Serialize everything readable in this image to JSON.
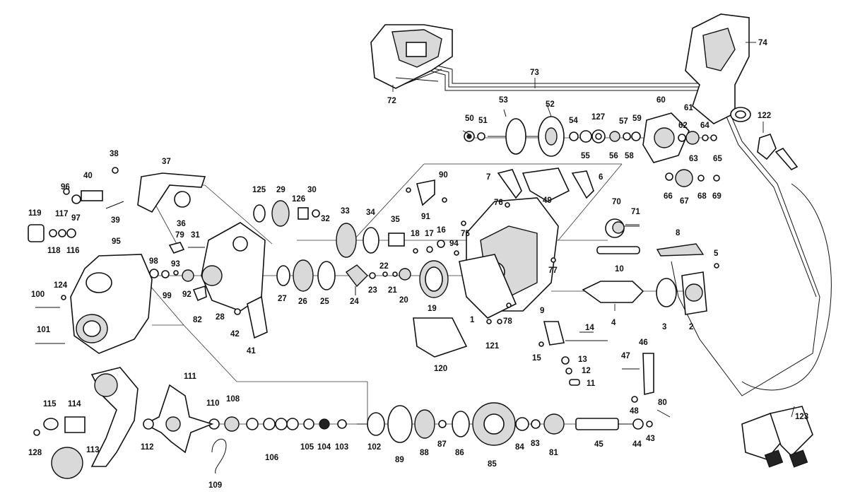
{
  "diagram": {
    "type": "exploded-parts-diagram",
    "labels": [
      {
        "id": "p1",
        "text": "1"
      },
      {
        "id": "p2",
        "text": "2"
      },
      {
        "id": "p3",
        "text": "3"
      },
      {
        "id": "p4",
        "text": "4"
      },
      {
        "id": "p5",
        "text": "5"
      },
      {
        "id": "p6",
        "text": "6"
      },
      {
        "id": "p7",
        "text": "7"
      },
      {
        "id": "p8",
        "text": "8"
      },
      {
        "id": "p9",
        "text": "9"
      },
      {
        "id": "p10",
        "text": "10"
      },
      {
        "id": "p11",
        "text": "11"
      },
      {
        "id": "p12",
        "text": "12"
      },
      {
        "id": "p13",
        "text": "13"
      },
      {
        "id": "p14",
        "text": "14"
      },
      {
        "id": "p15",
        "text": "15"
      },
      {
        "id": "p16",
        "text": "16"
      },
      {
        "id": "p17",
        "text": "17"
      },
      {
        "id": "p18",
        "text": "18"
      },
      {
        "id": "p19",
        "text": "19"
      },
      {
        "id": "p20",
        "text": "20"
      },
      {
        "id": "p21",
        "text": "21"
      },
      {
        "id": "p22",
        "text": "22"
      },
      {
        "id": "p23",
        "text": "23"
      },
      {
        "id": "p24",
        "text": "24"
      },
      {
        "id": "p25",
        "text": "25"
      },
      {
        "id": "p26",
        "text": "26"
      },
      {
        "id": "p27",
        "text": "27"
      },
      {
        "id": "p28",
        "text": "28"
      },
      {
        "id": "p29",
        "text": "29"
      },
      {
        "id": "p30",
        "text": "30"
      },
      {
        "id": "p31",
        "text": "31"
      },
      {
        "id": "p32",
        "text": "32"
      },
      {
        "id": "p33",
        "text": "33"
      },
      {
        "id": "p34",
        "text": "34"
      },
      {
        "id": "p35",
        "text": "35"
      },
      {
        "id": "p36",
        "text": "36"
      },
      {
        "id": "p37",
        "text": "37"
      },
      {
        "id": "p38",
        "text": "38"
      },
      {
        "id": "p39",
        "text": "39"
      },
      {
        "id": "p40",
        "text": "40"
      },
      {
        "id": "p41",
        "text": "41"
      },
      {
        "id": "p42",
        "text": "42"
      },
      {
        "id": "p43",
        "text": "43"
      },
      {
        "id": "p44",
        "text": "44"
      },
      {
        "id": "p45",
        "text": "45"
      },
      {
        "id": "p46",
        "text": "46"
      },
      {
        "id": "p47",
        "text": "47"
      },
      {
        "id": "p48",
        "text": "48"
      },
      {
        "id": "p49",
        "text": "49"
      },
      {
        "id": "p50",
        "text": "50"
      },
      {
        "id": "p51",
        "text": "51"
      },
      {
        "id": "p52",
        "text": "52"
      },
      {
        "id": "p53",
        "text": "53"
      },
      {
        "id": "p54",
        "text": "54"
      },
      {
        "id": "p55",
        "text": "55"
      },
      {
        "id": "p56",
        "text": "56"
      },
      {
        "id": "p57",
        "text": "57"
      },
      {
        "id": "p58",
        "text": "58"
      },
      {
        "id": "p59",
        "text": "59"
      },
      {
        "id": "p60",
        "text": "60"
      },
      {
        "id": "p61",
        "text": "61"
      },
      {
        "id": "p62",
        "text": "62"
      },
      {
        "id": "p63",
        "text": "63"
      },
      {
        "id": "p64",
        "text": "64"
      },
      {
        "id": "p65",
        "text": "65"
      },
      {
        "id": "p66",
        "text": "66"
      },
      {
        "id": "p67",
        "text": "67"
      },
      {
        "id": "p68",
        "text": "68"
      },
      {
        "id": "p69",
        "text": "69"
      },
      {
        "id": "p70",
        "text": "70"
      },
      {
        "id": "p71",
        "text": "71"
      },
      {
        "id": "p72",
        "text": "72"
      },
      {
        "id": "p73",
        "text": "73"
      },
      {
        "id": "p74",
        "text": "74"
      },
      {
        "id": "p75",
        "text": "75"
      },
      {
        "id": "p76",
        "text": "76"
      },
      {
        "id": "p77",
        "text": "77"
      },
      {
        "id": "p78",
        "text": "78"
      },
      {
        "id": "p79",
        "text": "79"
      },
      {
        "id": "p80",
        "text": "80"
      },
      {
        "id": "p81",
        "text": "81"
      },
      {
        "id": "p82",
        "text": "82"
      },
      {
        "id": "p83",
        "text": "83"
      },
      {
        "id": "p84",
        "text": "84"
      },
      {
        "id": "p85",
        "text": "85"
      },
      {
        "id": "p86",
        "text": "86"
      },
      {
        "id": "p87",
        "text": "87"
      },
      {
        "id": "p88",
        "text": "88"
      },
      {
        "id": "p89",
        "text": "89"
      },
      {
        "id": "p90",
        "text": "90"
      },
      {
        "id": "p91",
        "text": "91"
      },
      {
        "id": "p92",
        "text": "92"
      },
      {
        "id": "p93",
        "text": "93"
      },
      {
        "id": "p94",
        "text": "94"
      },
      {
        "id": "p95",
        "text": "95"
      },
      {
        "id": "p96",
        "text": "96"
      },
      {
        "id": "p97",
        "text": "97"
      },
      {
        "id": "p98",
        "text": "98"
      },
      {
        "id": "p99",
        "text": "99"
      },
      {
        "id": "p100",
        "text": "100"
      },
      {
        "id": "p101",
        "text": "101"
      },
      {
        "id": "p102",
        "text": "102"
      },
      {
        "id": "p103",
        "text": "103"
      },
      {
        "id": "p104",
        "text": "104"
      },
      {
        "id": "p105",
        "text": "105"
      },
      {
        "id": "p106",
        "text": "106"
      },
      {
        "id": "p108",
        "text": "108"
      },
      {
        "id": "p109",
        "text": "109"
      },
      {
        "id": "p110",
        "text": "110"
      },
      {
        "id": "p111",
        "text": "111"
      },
      {
        "id": "p112",
        "text": "112"
      },
      {
        "id": "p113",
        "text": "113"
      },
      {
        "id": "p114",
        "text": "114"
      },
      {
        "id": "p115",
        "text": "115"
      },
      {
        "id": "p116",
        "text": "116"
      },
      {
        "id": "p117",
        "text": "117"
      },
      {
        "id": "p118",
        "text": "118"
      },
      {
        "id": "p119",
        "text": "119"
      },
      {
        "id": "p120",
        "text": "120"
      },
      {
        "id": "p121",
        "text": "121"
      },
      {
        "id": "p122",
        "text": "122"
      },
      {
        "id": "p123",
        "text": "123"
      },
      {
        "id": "p124",
        "text": "124"
      },
      {
        "id": "p125",
        "text": "125"
      },
      {
        "id": "p126",
        "text": "126"
      },
      {
        "id": "p127",
        "text": "127"
      },
      {
        "id": "p128",
        "text": "128"
      }
    ]
  }
}
